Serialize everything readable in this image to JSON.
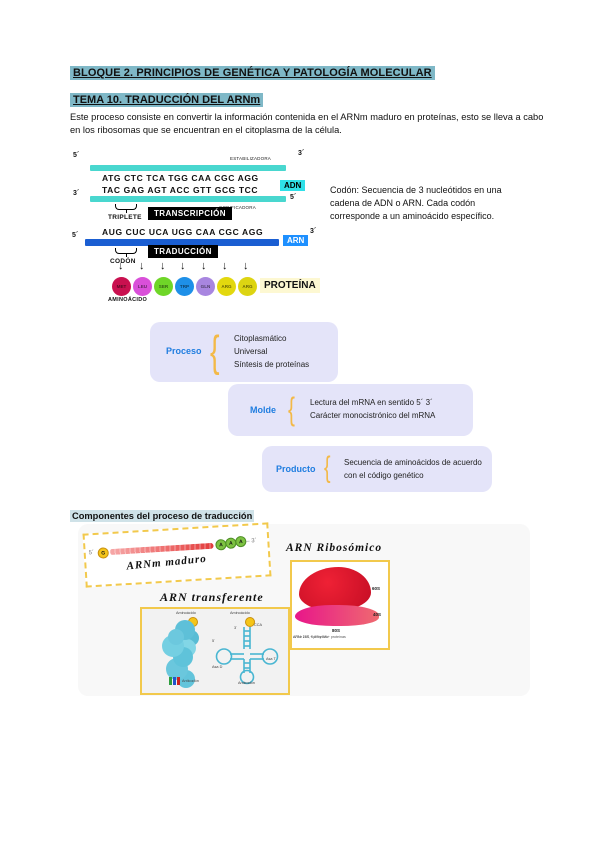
{
  "colors": {
    "heading_highlight": "#7fb8c7",
    "section_highlight": "#cfe2e8",
    "dna_bar": "#49d7cf",
    "adn_tag": "#2fe0e8",
    "rna_bar": "#1a5ed2",
    "arn_tag": "#1e90ff",
    "mindmap_box": "#e4e4f9",
    "mindmap_label": "#1f7de0",
    "mindmap_brace": "#f3b948",
    "card_border": "#f2c94c",
    "ribosome_large": "#d91430",
    "ribosome_small": "#e8168a",
    "trna_blue": "#6cc8de"
  },
  "headers": {
    "block_title": "BLOQUE 2. PRINCIPIOS DE GENÉTICA Y PATOLOGÍA MOLECULAR",
    "topic_title": "TEMA 10. TRADUCCIÓN DEL ARNm",
    "intro": "Este proceso consiste en convertir la información contenida en el ARNm maduro en proteínas, esto se lleva a cabo en los ribosomas que se encuentran en el citoplasma de la célula."
  },
  "figure1": {
    "five_prime": "5´",
    "three_prime": "3´",
    "strand_top_label": "ESTABILIZADORA",
    "strand_bottom_label": "CODIFICADORA",
    "dna_seq_coding": "ATG CTC TCA TGG CAA CGC AGG",
    "dna_seq_template": "TAC GAG AGT ACC GTT GCG TCC",
    "adn_label": "ADN",
    "triplete_label": "TRIPLETE",
    "transcription_label": "TRANSCRIPCIÓN",
    "rna_seq": "AUG CUC UCA UGG CAA CGC AGG",
    "arn_label": "ARN",
    "codon_label": "CODÓN",
    "translation_label": "TRADUCCIÓN",
    "arrow_glyph": "↓",
    "amino_acids": [
      {
        "label": "MET",
        "color": "#c9104f"
      },
      {
        "label": "LEU",
        "color": "#d94fd9"
      },
      {
        "label": "SER",
        "color": "#6fd628"
      },
      {
        "label": "TRP",
        "color": "#1e90e8"
      },
      {
        "label": "GLN",
        "color": "#a886e0"
      },
      {
        "label": "ARG",
        "color": "#e3d80e"
      },
      {
        "label": "ARG",
        "color": "#ddd412"
      }
    ],
    "protein_label": "PROTEÍNA",
    "amino_acid_caption": "AMINOÁCIDO"
  },
  "codon_note": "Codón: Secuencia de 3 nucleótidos en una cadena de ADN o ARN. Cada codón corresponde a un aminoácido específico.",
  "mindmap": {
    "brace_glyph": "{",
    "nodes": [
      {
        "label": "Proceso",
        "item1": "Citoplasmático",
        "item2": "Universal",
        "item3": "Síntesis de proteínas"
      },
      {
        "label": "Molde",
        "item1": "Lectura del mRNA en sentido 5´ 3´",
        "item2": "Carácter monocistrónico del mRNA"
      },
      {
        "label": "Producto",
        "item1": "Secuencia de aminoácidos de acuerdo con el código genético"
      }
    ]
  },
  "components": {
    "section_title": "Componentes del proceso de traducción",
    "mrna": {
      "five_prime": "5´",
      "cap": "G",
      "tail1": "A",
      "tail2": "A",
      "tail3": "A",
      "three_prime": "– 3´",
      "caption": "ARNm maduro"
    },
    "rrna": {
      "title": "ARN Ribosómico",
      "large_label": "60S",
      "small_label": "40S",
      "whole_label": "80S",
      "caption_line1": "ARNr 28S, 5.8S y 5S + proteínas",
      "caption_line2": "ARNr 18S + proteínas"
    },
    "trna": {
      "title": "ARN transferente",
      "amino_label": "Aminoácido",
      "asa_d": "Asa D",
      "asa_t": "Asa T",
      "anticodon": "Anticodón",
      "cca": "CCA",
      "three_prime": "3´",
      "five_prime": "5´"
    }
  }
}
